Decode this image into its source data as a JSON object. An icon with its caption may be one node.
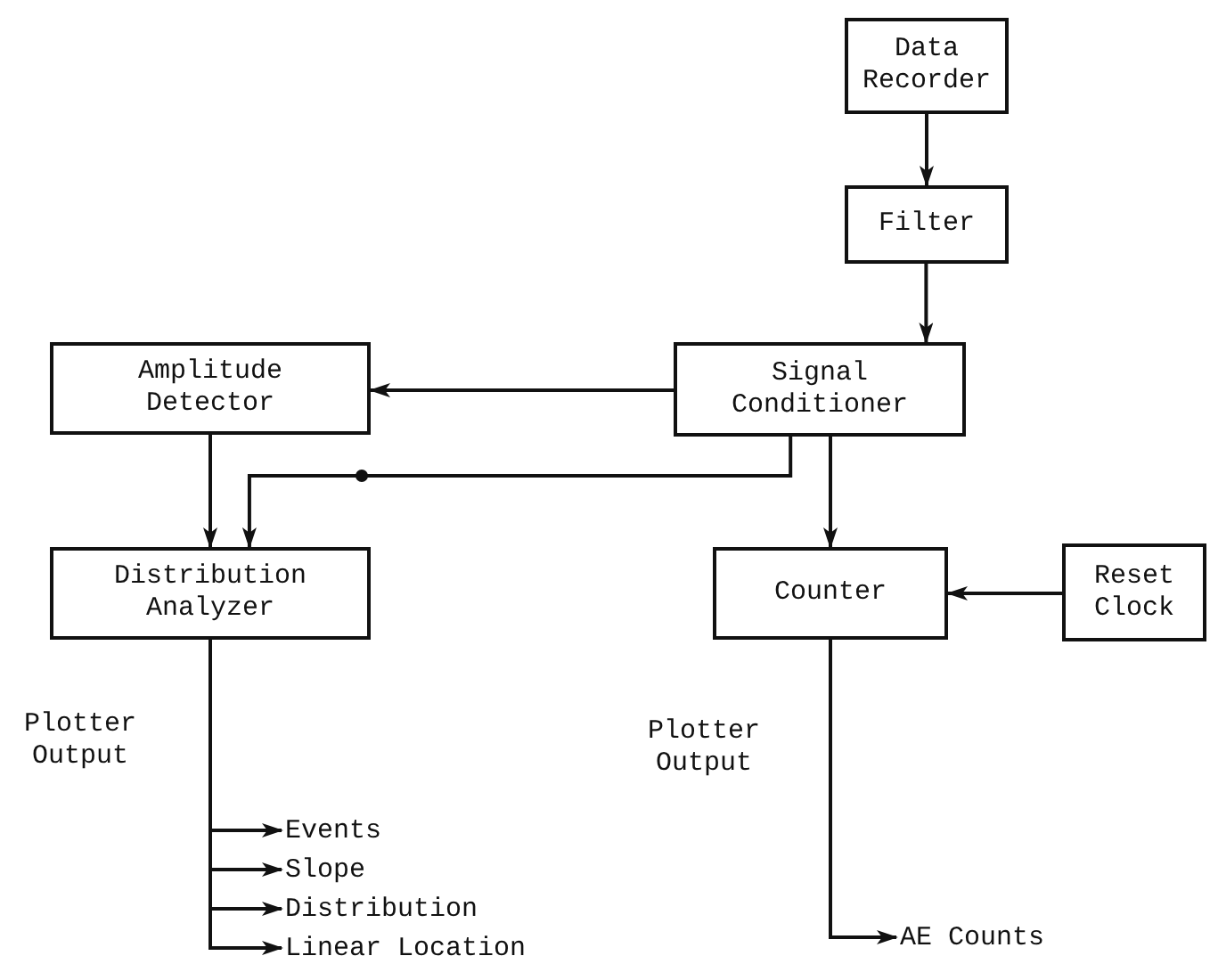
{
  "diagram": {
    "nodes": [
      {
        "text": [
          "Data Recorder"
        ]
      },
      {
        "text": [
          "Filter"
        ]
      },
      {
        "text": [
          "Signal Conditioner"
        ]
      },
      {
        "text": [
          "Amplitude Detector"
        ]
      },
      {
        "text": [
          "Distribution Analyzer"
        ]
      },
      {
        "text": [
          "Counter"
        ]
      },
      {
        "text": [
          "Reset Clock"
        ]
      },
      {
        "text": [
          "Events"
        ]
      },
      {
        "text": [
          "Slope"
        ]
      },
      {
        "text": [
          "Distribution"
        ]
      },
      {
        "text": [
          "Linear Location"
        ]
      },
      {
        "text": [
          "AE Counts"
        ]
      }
    ],
    "edges": [
      {
        "from": 0,
        "to": 1,
        "arrow": "to"
      },
      {
        "from": 1,
        "to": 2,
        "arrow": "to"
      },
      {
        "from": 2,
        "to": 3,
        "arrow": "to"
      },
      {
        "from": 3,
        "to": 4,
        "arrow": "to"
      },
      {
        "from": 2,
        "to": 4,
        "arrow": "to"
      },
      {
        "from": 2,
        "to": 5,
        "arrow": "to"
      },
      {
        "from": 6,
        "to": 5,
        "arrow": "to"
      },
      {
        "from": 4,
        "to": 7,
        "arrow": "to"
      },
      {
        "from": 4,
        "to": 8,
        "arrow": "to"
      },
      {
        "from": 4,
        "to": 9,
        "arrow": "to"
      },
      {
        "from": 4,
        "to": 10,
        "arrow": "to"
      },
      {
        "from": 5,
        "to": 11,
        "arrow": "to"
      }
    ],
    "labels": [
      "Plotter Output",
      "Plotter Output"
    ]
  }
}
